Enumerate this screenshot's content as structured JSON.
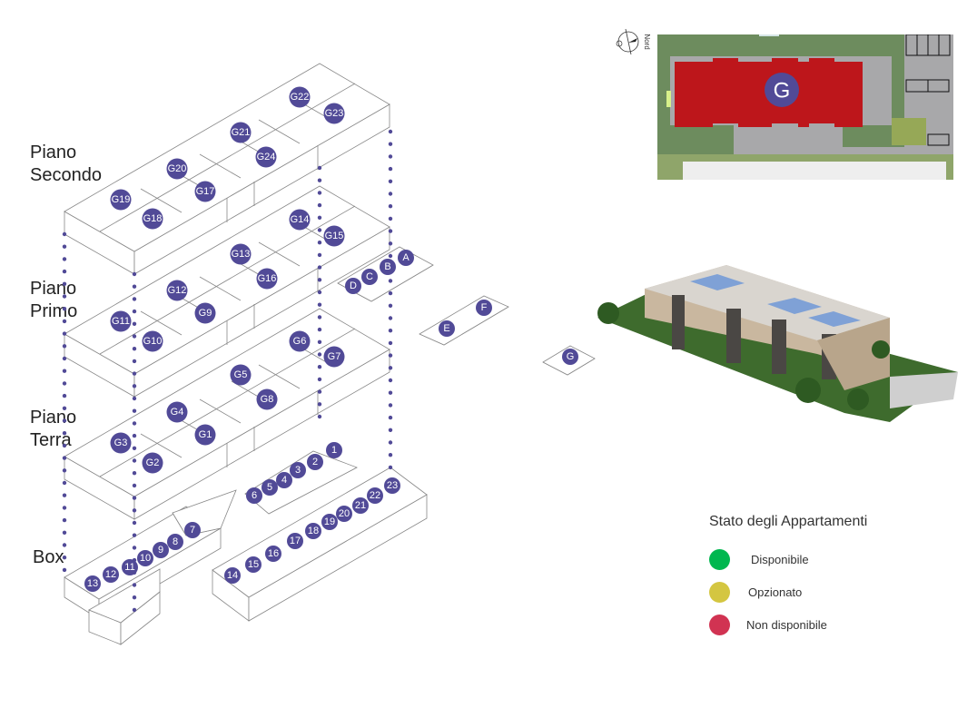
{
  "floors": {
    "secondo": "Piano\nSecondo",
    "primo": "Piano\nPrimo",
    "terra": "Piano\nTerra",
    "box": "Box"
  },
  "units": {
    "secondo": [
      "G17",
      "G18",
      "G19",
      "G20",
      "G21",
      "G22",
      "G23",
      "G24"
    ],
    "primo": [
      "G9",
      "G10",
      "G11",
      "G12",
      "G13",
      "G14",
      "G15",
      "G16"
    ],
    "terra": [
      "G1",
      "G2",
      "G3",
      "G4",
      "G5",
      "G6",
      "G7",
      "G8"
    ],
    "external": [
      "A",
      "B",
      "C",
      "D",
      "E",
      "F",
      "G"
    ],
    "box": [
      "1",
      "2",
      "3",
      "4",
      "5",
      "6",
      "7",
      "8",
      "9",
      "10",
      "11",
      "12",
      "13",
      "14",
      "15",
      "16",
      "17",
      "18",
      "19",
      "20",
      "21",
      "22",
      "23"
    ]
  },
  "sitemap": {
    "building_label": "G",
    "compass_label": "Nord"
  },
  "legend": {
    "title": "Stato degli Appartamenti",
    "items": [
      {
        "label": "Disponibile",
        "color": "#00b74f"
      },
      {
        "label": "Opzionato",
        "color": "#d4c641"
      },
      {
        "label": "Non disponibile",
        "color": "#d13352"
      }
    ]
  },
  "colors": {
    "marker": "#514a97",
    "selected_building": "#bd161b"
  }
}
